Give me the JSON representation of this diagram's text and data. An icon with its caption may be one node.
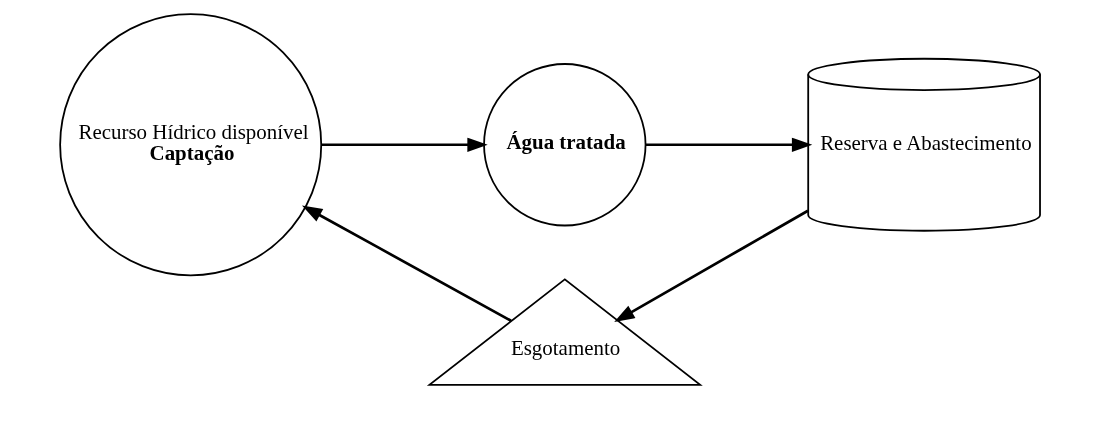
{
  "diagram": {
    "nodes": [
      {
        "text": [
          "Recurso Hídrico disponível",
          "Captação"
        ]
      },
      {
        "text": [
          "Água tratada"
        ]
      },
      {
        "text": [
          "Reserva e Abastecimento"
        ]
      },
      {
        "text": [
          "Esgotamento"
        ]
      }
    ],
    "edges": [
      {
        "from": 0,
        "to": 1,
        "arrow": "to"
      },
      {
        "from": 1,
        "to": 2,
        "arrow": "to"
      },
      {
        "from": 2,
        "to": 3,
        "arrow": "to"
      },
      {
        "from": 3,
        "to": 0,
        "arrow": "to"
      }
    ]
  }
}
